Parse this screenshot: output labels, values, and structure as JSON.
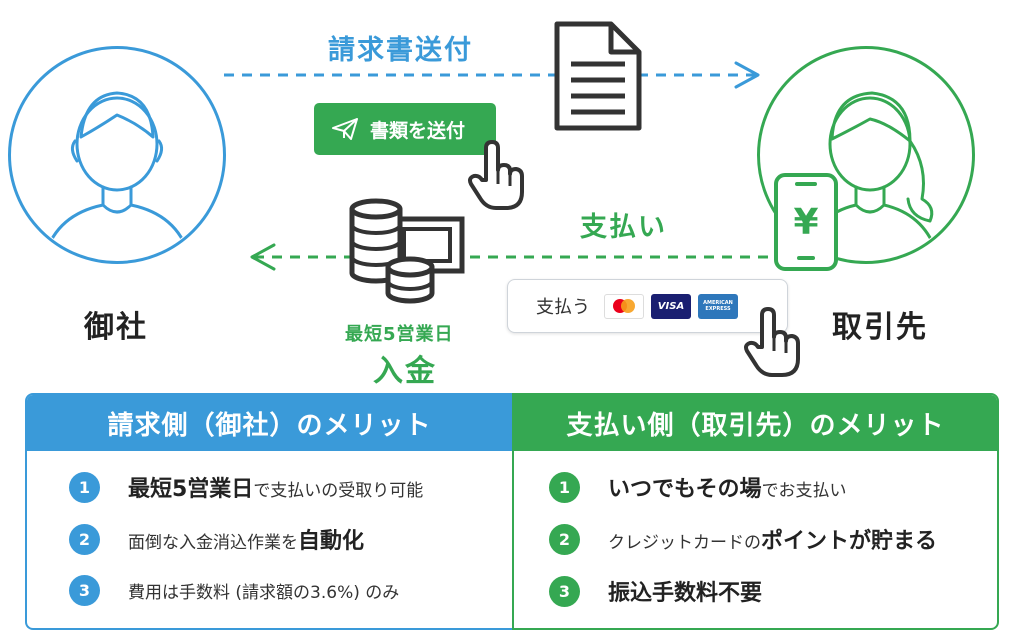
{
  "colors": {
    "blue": "#3a9ad9",
    "green": "#35a852"
  },
  "left_party": {
    "label": "御社",
    "icon": "person-icon"
  },
  "right_party": {
    "label": "取引先",
    "icon": "person-female-icon"
  },
  "flow_top": {
    "label": "請求書送付",
    "icon": "document-icon"
  },
  "send_button": {
    "label": "書類を送付",
    "icon": "paper-plane-icon"
  },
  "flow_bottom": {
    "label": "支払い",
    "icon": "coins-icon"
  },
  "phone": {
    "symbol": "¥",
    "icon": "smartphone-yen-icon"
  },
  "payment": {
    "label": "支払う",
    "cards": [
      {
        "name": "mastercard-icon",
        "text": ""
      },
      {
        "name": "visa-icon",
        "text": "VISA"
      },
      {
        "name": "amex-icon",
        "text": "AMERICAN EXPRESS"
      }
    ]
  },
  "deposit": {
    "sub": "最短5営業日",
    "main": "入金"
  },
  "panels": [
    {
      "title": "請求側（御社）のメリット",
      "color": "#3a9ad9",
      "items": [
        {
          "num": "1",
          "bold": "最短5営業日",
          "text": "で支払いの受取り可能",
          "bold_first": true
        },
        {
          "num": "2",
          "text": "面倒な入金消込作業を",
          "bold": "自動化",
          "bold_first": false
        },
        {
          "num": "3",
          "text": "費用は手数料 (請求額の3.6%) のみ",
          "bold": "",
          "bold_first": false
        }
      ]
    },
    {
      "title": "支払い側（取引先）のメリット",
      "color": "#35a852",
      "items": [
        {
          "num": "1",
          "bold": "いつでもその場",
          "text": "でお支払い",
          "bold_first": true
        },
        {
          "num": "2",
          "text": "クレジットカードの",
          "bold": "ポイントが貯まる",
          "bold_first": false
        },
        {
          "num": "3",
          "bold": "振込手数料不要",
          "text": "",
          "bold_first": true
        }
      ]
    }
  ]
}
